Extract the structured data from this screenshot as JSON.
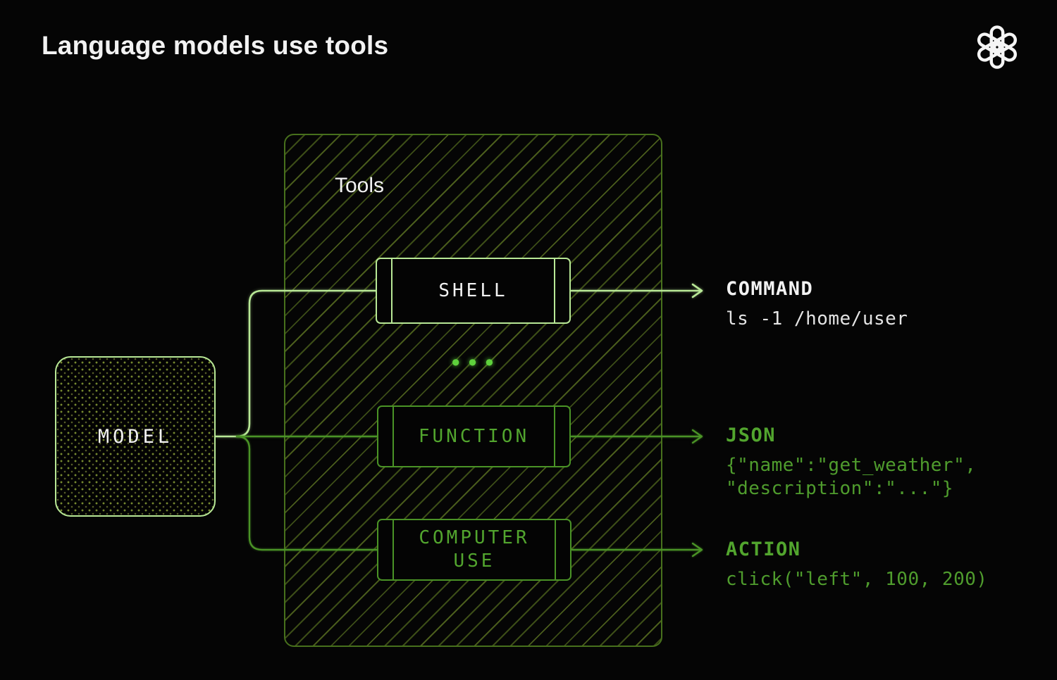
{
  "header": {
    "title": "Language models use tools",
    "logo": "openai-logo"
  },
  "theme": {
    "bg": "#050505",
    "white": "#f2f2f2",
    "light_green": "#b8e896",
    "mid_green": "#4a9326",
    "text_green": "#52a52e",
    "code_green": "#4f9c2d",
    "bright_green": "#5ed13c",
    "hatch_green": "#3c4d17",
    "tools_border": "#47701c",
    "dot_green": "#76892f"
  },
  "diagram": {
    "model": {
      "label": "MODEL"
    },
    "tools": {
      "label": "Tools",
      "ellipsis": "•••",
      "items": [
        {
          "id": "shell",
          "label": "SHELL",
          "variant": "highlight"
        },
        {
          "id": "function",
          "label": "FUNCTION",
          "variant": "plain"
        },
        {
          "id": "computer-use",
          "label": "COMPUTER\nUSE",
          "variant": "plain"
        }
      ]
    },
    "outputs": [
      {
        "id": "command",
        "label": "COMMAND",
        "code": "ls -1 /home/user",
        "variant": "highlight"
      },
      {
        "id": "json",
        "label": "JSON",
        "code": "{\"name\":\"get_weather\",\n\"description\":\"...\"}",
        "variant": "plain"
      },
      {
        "id": "action",
        "label": "ACTION",
        "code": "click(\"left\", 100, 200)",
        "variant": "plain"
      }
    ]
  }
}
